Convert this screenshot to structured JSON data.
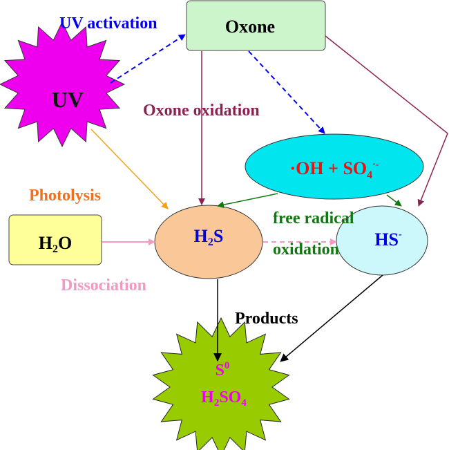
{
  "nodes": {
    "uv": "UV",
    "oxone": "Oxone",
    "radicals": {
      "main": "·OH + SO",
      "sub": "4",
      "sup": "·-"
    },
    "h2o": {
      "a": "H",
      "sub": "2",
      "b": "O"
    },
    "h2s": {
      "a": "H",
      "sub": "2",
      "b": "S"
    },
    "hs": {
      "a": "HS",
      "sup": "-"
    },
    "products": {
      "s": "S",
      "s_sup": "0",
      "a": "H",
      "sub1": "2",
      "b": "SO",
      "sub2": "4"
    }
  },
  "labels": {
    "uv_activation": "UV activation",
    "oxone_oxidation": "Oxone oxidation",
    "photolysis": "Photolysis",
    "free_radical": "free radical",
    "oxidation": "oxidation",
    "dissociation": "Dissociation",
    "products": "Products"
  },
  "colors": {
    "blue": "#0000ee",
    "purple": "#8b2252",
    "orange": "#f5a01a",
    "green": "#117711",
    "pink": "#f49ac2",
    "magenta": "#ee00ee",
    "lime": "#99cc00"
  }
}
